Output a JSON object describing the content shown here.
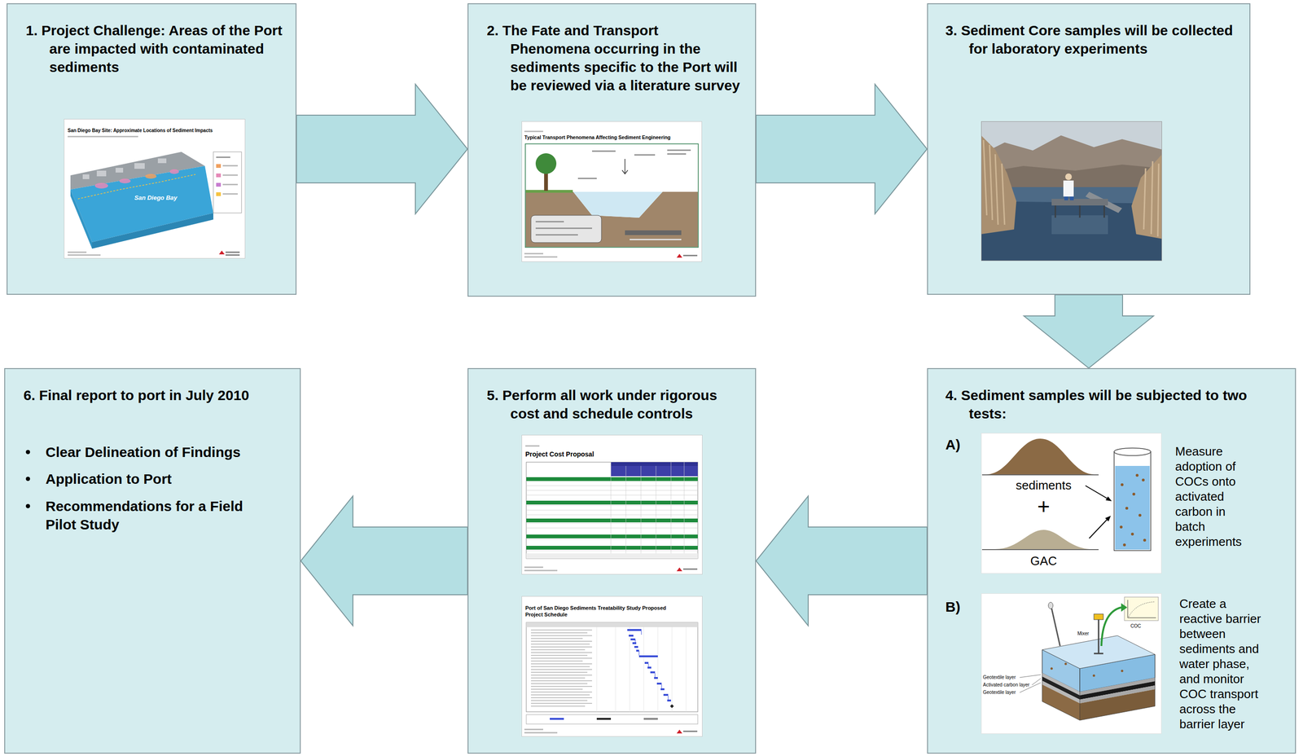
{
  "diagram": {
    "nodes": [
      {
        "text": [
          "1. Project Challenge: Areas of the Port are impacted with contaminated sediments"
        ]
      },
      {
        "text": [
          "2. The Fate and Transport Phenomena occurring in the sediments specific to the Port will be reviewed via a literature survey"
        ]
      },
      {
        "text": [
          "3. Sediment Core samples will be collected for laboratory experiments"
        ]
      },
      {
        "text": [
          "4. Sediment samples will be subjected to two tests:",
          "A)",
          "Measure adoption of COCs onto activated carbon in batch experiments",
          "B)",
          "Create a reactive barrier between sediments and water phase, and monitor COC transport across the barrier layer"
        ]
      },
      {
        "text": [
          "5. Perform all work under rigorous cost and schedule controls"
        ]
      },
      {
        "text": [
          "6. Final report to port in July 2010",
          "Clear Delineation of Findings",
          "Application to Port",
          "Recommendations for a Field Pilot Study"
        ]
      }
    ],
    "edges": [
      {
        "from": 0,
        "to": 1,
        "arrow": "to"
      },
      {
        "from": 1,
        "to": 2,
        "arrow": "to"
      },
      {
        "from": 2,
        "to": 3,
        "arrow": "to"
      },
      {
        "from": 3,
        "to": 4,
        "arrow": "to"
      },
      {
        "from": 4,
        "to": 5,
        "arrow": "to"
      }
    ],
    "labels": [
      "San Diego Bay Site: Approximate Locations of Sediment Impacts",
      "San Diego Bay",
      "Typical Transport Phenomena Affecting Sediment Engineering",
      "sediments",
      "+",
      "GAC",
      "Project Cost Proposal",
      "Port of San Diego Sediments Treatability Study Proposed Project Schedule",
      "Mixer",
      "COC",
      "Geotextile layer",
      "Activated carbon layer",
      "Geotextile layer"
    ]
  }
}
